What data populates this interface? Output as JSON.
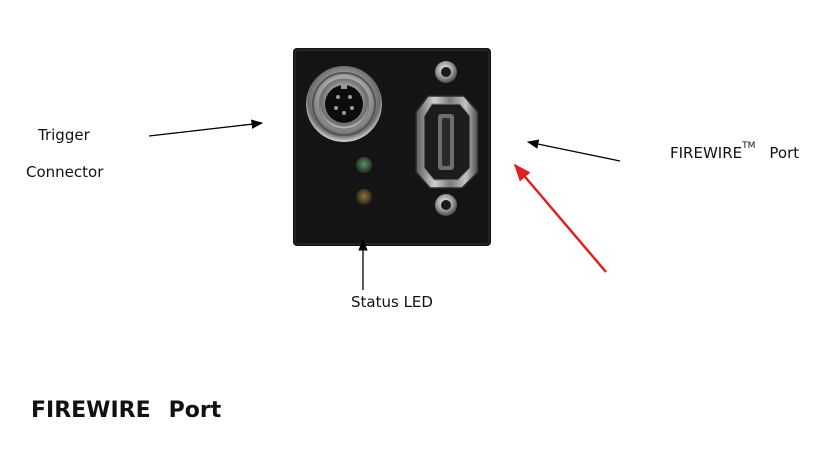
{
  "labels": {
    "trigger_line1": "Trigger",
    "trigger_line2": "Connector",
    "firewire_main": "FIREWIRE",
    "firewire_sup": "TM",
    "firewire_suffix": "Port",
    "status_led": "Status LED"
  },
  "heading": {
    "word1": "FIREWIRE",
    "word2": "Port"
  },
  "colors": {
    "panel": "#141414",
    "arrow": "#000000",
    "highlight_arrow": "#e02020",
    "led_green": "#2f5a36",
    "led_amber": "#5c4a2a"
  }
}
